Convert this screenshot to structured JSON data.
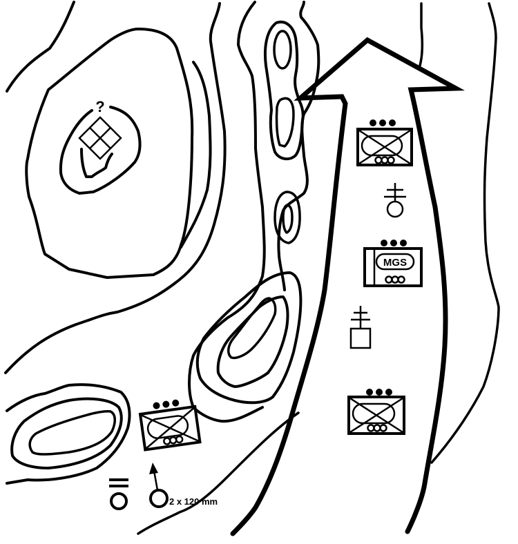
{
  "diagram": {
    "type": "tactical-map-overlay",
    "background_color": "#ffffff",
    "line_color": "#000000"
  },
  "terrain": {
    "contour_groups": [
      {
        "name": "left-hill",
        "rings": 3
      },
      {
        "name": "center-ridge-north-knob",
        "rings": 2
      },
      {
        "name": "center-ridge-small-knob",
        "rings": 2
      },
      {
        "name": "center-ridge-south-spur",
        "rings": 3
      },
      {
        "name": "southwest-hill",
        "rings": 3
      }
    ]
  },
  "axis_of_advance": {
    "label": "axis-of-advance-arrow",
    "direction": "north"
  },
  "units": [
    {
      "id": "enemy-unknown-hilltop",
      "symbol": "question-diamond",
      "label": "?"
    },
    {
      "id": "mech-platoon-1",
      "symbol": "armored-infantry",
      "size_indicator": "•••"
    },
    {
      "id": "observer-1",
      "symbol": "circle-cross-post"
    },
    {
      "id": "mgs-platoon",
      "symbol": "mobile-gun-system",
      "label": "MGS",
      "size_indicator": "•••"
    },
    {
      "id": "command-post",
      "symbol": "square-cross-post"
    },
    {
      "id": "mech-platoon-2",
      "symbol": "armored-infantry",
      "size_indicator": "•••"
    },
    {
      "id": "mech-platoon-3",
      "symbol": "armored-infantry",
      "size_indicator": "•••"
    },
    {
      "id": "supply-point",
      "symbol": "double-bar-circle"
    },
    {
      "id": "mortar-section",
      "symbol": "mortar-arrow-circle",
      "label": "2 x 120 mm"
    }
  ],
  "labels": {
    "unknown": "?",
    "mgs": "MGS",
    "mortar": "2 x 120 mm"
  }
}
